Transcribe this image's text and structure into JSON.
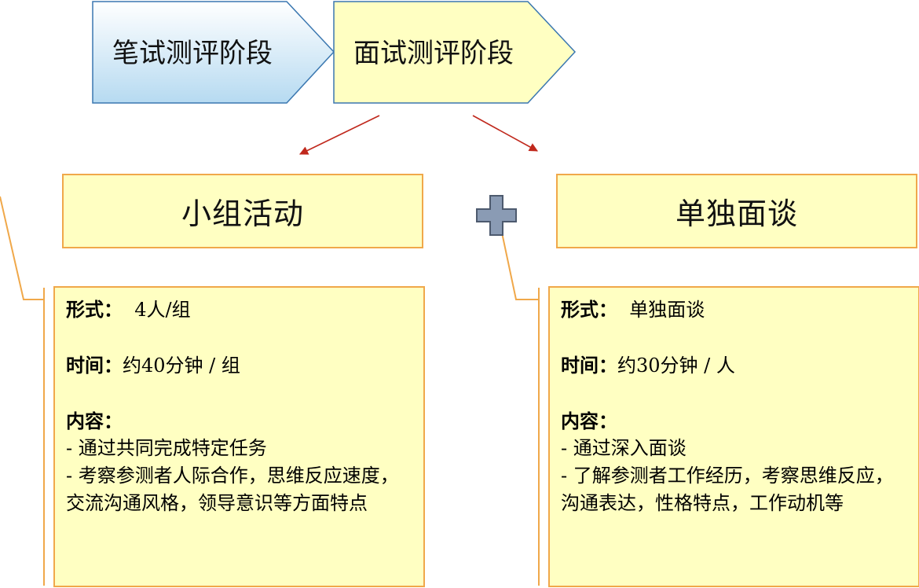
{
  "stages": [
    {
      "label": "笔试测评阶段"
    },
    {
      "label": "面试测评阶段"
    }
  ],
  "plus_symbol": "+",
  "panels": [
    {
      "title": "小组活动",
      "form_label": "形式：",
      "form_value": "4人/组",
      "time_label": "时间：",
      "time_value": "约40分钟 / 组",
      "content_label": "内容：",
      "bullets": [
        "- 通过共同完成特定任务",
        "- 考察参测者人际合作，思维反应速度，交流沟通风格，领导意识等方面特点"
      ]
    },
    {
      "title": "单独面谈",
      "form_label": "形式：",
      "form_value": "单独面谈",
      "time_label": "时间：",
      "time_value": "约30分钟 / 人",
      "content_label": "内容：",
      "bullets": [
        "- 通过深入面谈",
        "- 了解参测者工作经历，考察思维反应，沟通表达，性格特点，工作动机等"
      ]
    }
  ],
  "colors": {
    "stage1_fill_top": "#ffffff",
    "stage1_fill_bottom": "#b9dcf2",
    "stage1_border": "#3a77b0",
    "stage2_fill": "#ffffc2",
    "stage2_border": "#3a77b0",
    "box_fill": "#ffffc2",
    "box_border": "#f0a84a",
    "arrow": "#c0281c",
    "plus_fill": "#8a9bb4",
    "plus_border": "#4d5a6e"
  }
}
